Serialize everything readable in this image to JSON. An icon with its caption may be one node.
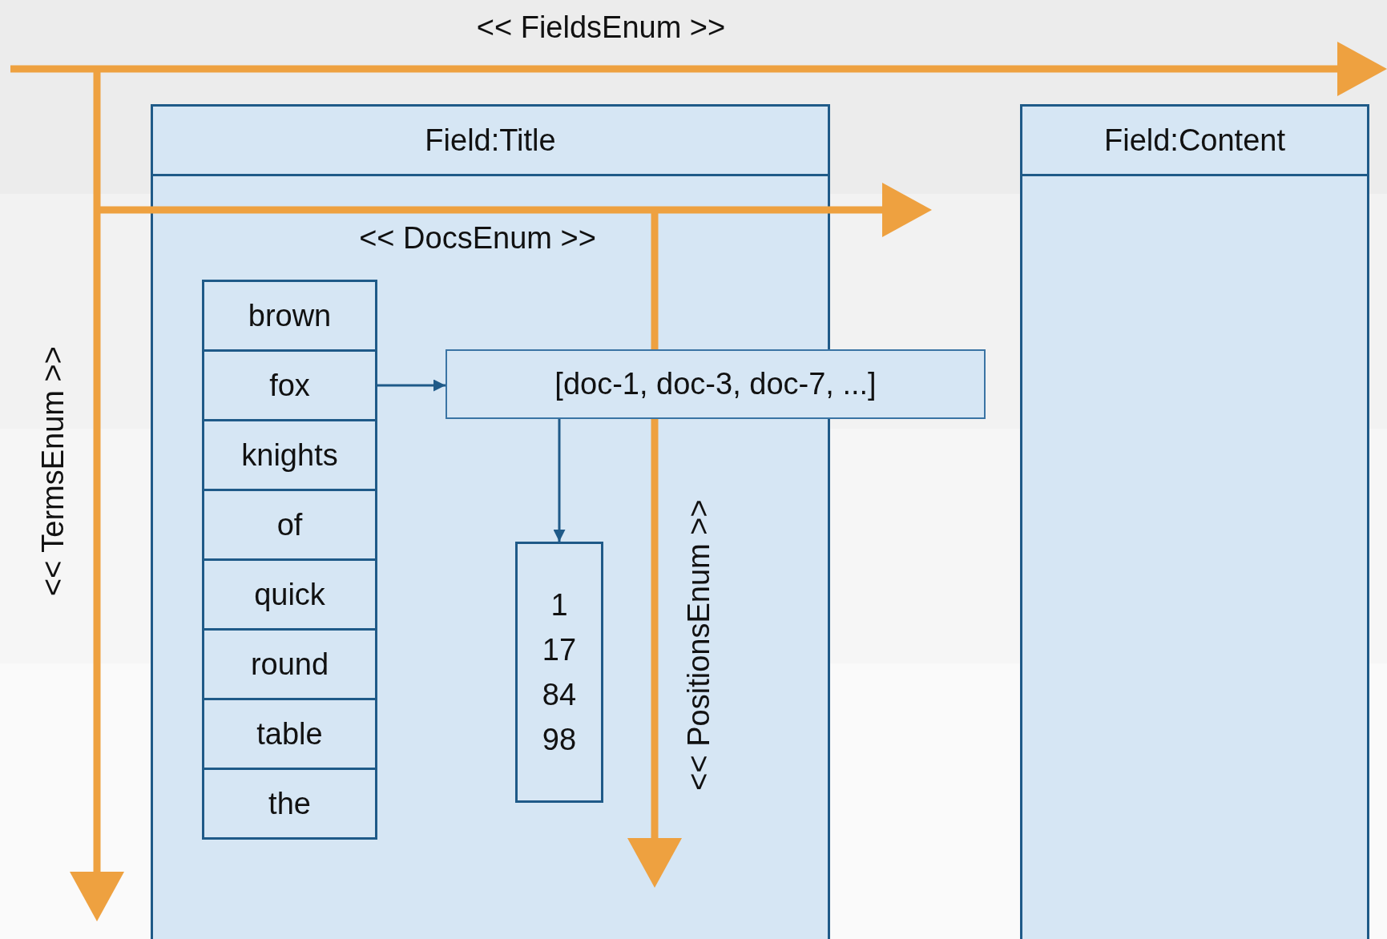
{
  "diagram": {
    "nodes": [
      {
        "text": [
          "Field:Title"
        ]
      },
      {
        "text": [
          "Field:Content"
        ]
      },
      {
        "text": [
          "brown"
        ],
        "in": 0
      },
      {
        "text": [
          "fox"
        ],
        "in": 0
      },
      {
        "text": [
          "knights"
        ],
        "in": 0
      },
      {
        "text": [
          "of"
        ],
        "in": 0
      },
      {
        "text": [
          "quick"
        ],
        "in": 0
      },
      {
        "text": [
          "round"
        ],
        "in": 0
      },
      {
        "text": [
          "table"
        ],
        "in": 0
      },
      {
        "text": [
          "the"
        ],
        "in": 0
      },
      {
        "text": [
          "[doc-1, doc-3, doc-7, ...]"
        ]
      },
      {
        "text": [
          "1",
          "17",
          "84",
          "98"
        ],
        "in": 0
      }
    ],
    "edges": [
      {
        "from": 3,
        "to": 10,
        "arrow": "to"
      },
      {
        "from": 10,
        "to": 11,
        "arrow": "to"
      }
    ],
    "labels": [
      "<< FieldsEnum >>",
      "<< TermsEnum >>",
      "<< DocsEnum >>",
      "<< PositionsEnum >>"
    ]
  }
}
